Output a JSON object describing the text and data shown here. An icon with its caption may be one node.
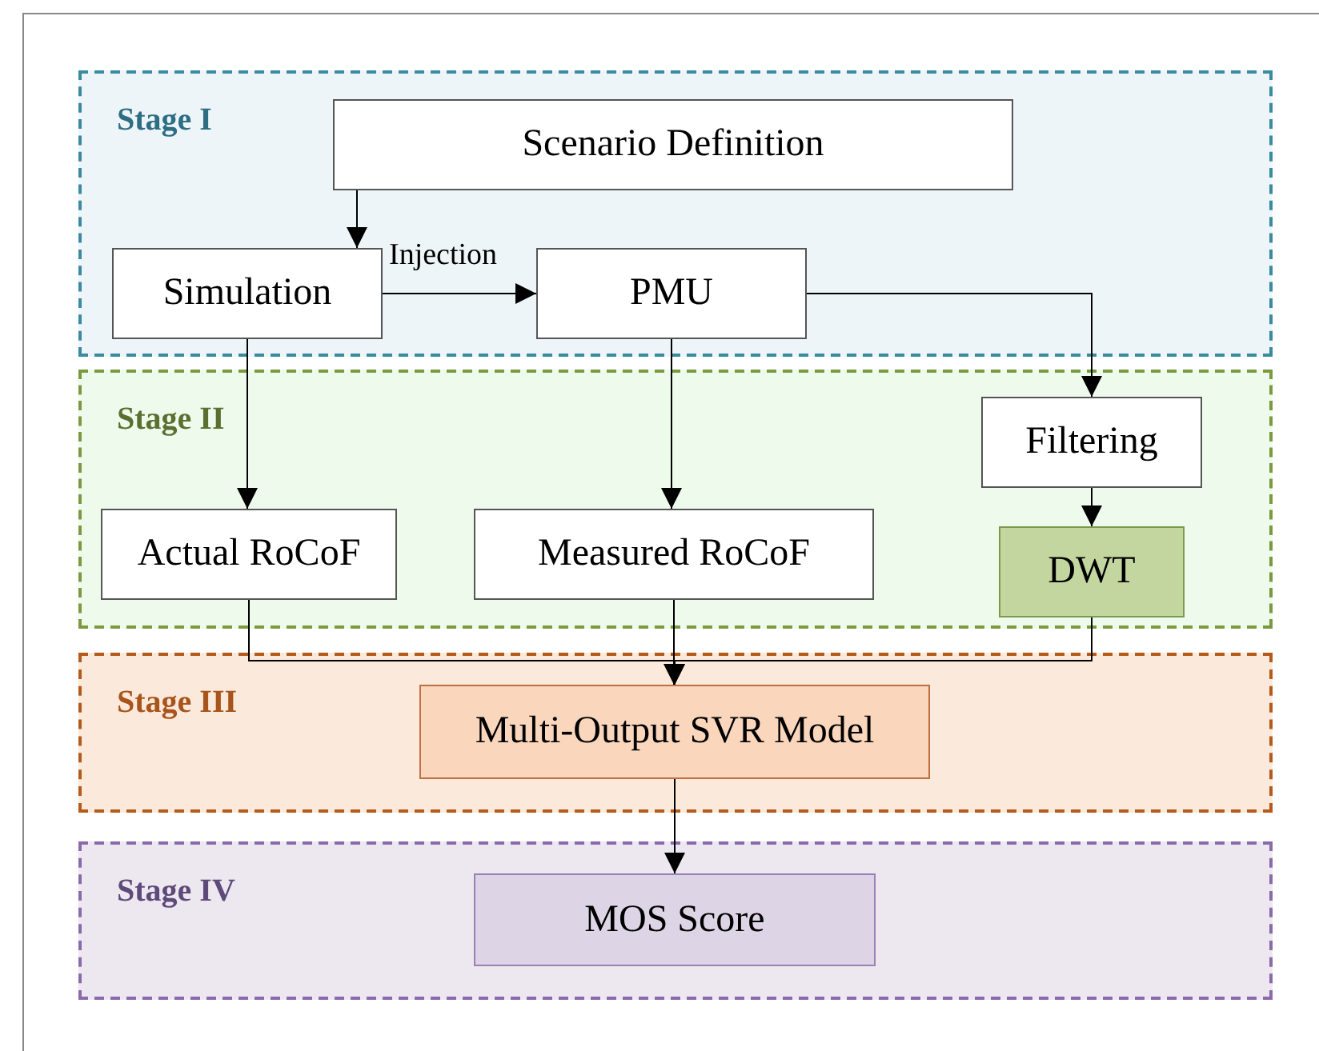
{
  "diagram": {
    "nodes": [
      {
        "text": [
          "Stage I"
        ]
      },
      {
        "text": [
          "Scenario Definition"
        ],
        "in": 0
      },
      {
        "text": [
          "Simulation"
        ],
        "in": 0
      },
      {
        "text": [
          "PMU"
        ],
        "in": 0
      },
      {
        "text": [
          "Stage II"
        ]
      },
      {
        "text": [
          "Filtering"
        ],
        "in": 4
      },
      {
        "text": [
          "Actual RoCoF"
        ],
        "in": 4
      },
      {
        "text": [
          "Measured RoCoF"
        ],
        "in": 4
      },
      {
        "text": [
          "DWT"
        ],
        "in": 4
      },
      {
        "text": [
          "Stage III"
        ]
      },
      {
        "text": [
          "Multi-Output SVR Model"
        ],
        "in": 9
      },
      {
        "text": [
          "Stage IV"
        ]
      },
      {
        "text": [
          "MOS Score"
        ],
        "in": 11
      }
    ],
    "edges": [
      {
        "from": 1,
        "to": 2,
        "arrow": "to"
      },
      {
        "from": 2,
        "to": 3,
        "arrow": "to",
        "label": "Injection"
      },
      {
        "from": 3,
        "to": 5,
        "arrow": "to"
      },
      {
        "from": 2,
        "to": 6,
        "arrow": "to"
      },
      {
        "from": 3,
        "to": 7,
        "arrow": "to"
      },
      {
        "from": 5,
        "to": 8,
        "arrow": "to"
      },
      {
        "from": 6,
        "to": 10,
        "arrow": "to"
      },
      {
        "from": 7,
        "to": 10,
        "arrow": "to"
      },
      {
        "from": 8,
        "to": 10,
        "arrow": "to"
      },
      {
        "from": 10,
        "to": 12,
        "arrow": "to"
      }
    ]
  }
}
